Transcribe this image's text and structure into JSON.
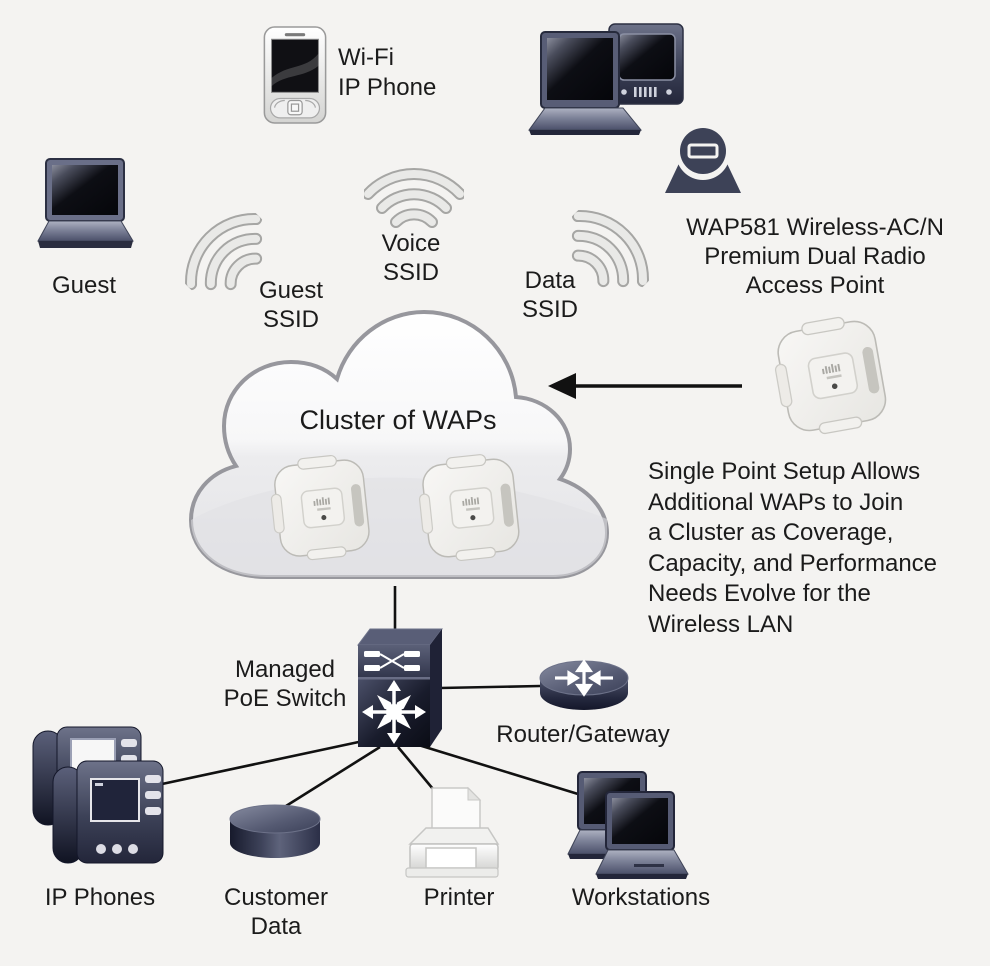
{
  "diagram": {
    "background_color": "#f4f3f1",
    "text_color": "#1b1b1b",
    "line_color": "#111111",
    "device_navy": "#3c4156",
    "cloud_border": "#97979d",
    "nodes": {
      "wifi_ip_phone": {
        "label": "Wi-Fi\nIP Phone"
      },
      "guest": {
        "label": "Guest"
      },
      "guest_ssid": {
        "label": "Guest\nSSID"
      },
      "voice_ssid": {
        "label": "Voice\nSSID"
      },
      "data_ssid": {
        "label": "Data\nSSID"
      },
      "access_point": {
        "label": "WAP581 Wireless-AC/N\nPremium Dual Radio\nAccess Point"
      },
      "cluster": {
        "label": "Cluster of WAPs"
      },
      "managed_switch": {
        "label": "Managed\nPoE Switch"
      },
      "router": {
        "label": "Router/Gateway"
      },
      "ip_phones": {
        "label": "IP Phones"
      },
      "customer_data": {
        "label": "Customer\nData"
      },
      "printer": {
        "label": "Printer"
      },
      "workstations": {
        "label": "Workstations"
      }
    },
    "annotation": "Single Point Setup Allows\nAdditional WAPs to Join\na Cluster as Coverage,\nCapacity, and Performance\nNeeds Evolve for the\nWireless LAN",
    "icons": {
      "wifi-signal-icon": "three wireless arcs",
      "laptop-icon": "laptop computer",
      "smartphone-icon": "wi-fi ip phone",
      "workstation-icon": "laptop with desktop tower",
      "access-point-dome-icon": "dome access point",
      "wap-device-icon": "WAP581 square access point",
      "cloud-icon": "network cloud",
      "switch-icon": "PoE switch cube",
      "router-icon": "router cylinder with arrows",
      "ip-phone-icon": "desk IP phones",
      "database-icon": "data cylinder",
      "printer-icon": "printer with paper",
      "arrow-icon": "left-pointing arrow"
    }
  }
}
